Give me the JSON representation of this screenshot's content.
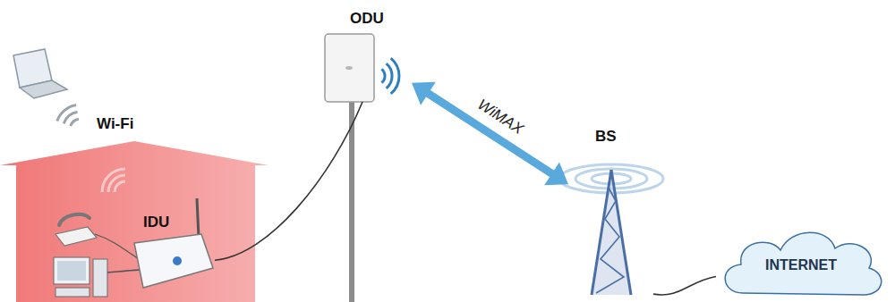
{
  "diagram": {
    "nodes": [
      {
        "text": [
          "ODU"
        ]
      },
      {
        "text": [
          "IDU"
        ]
      },
      {
        "text": [
          "BS"
        ]
      },
      {
        "text": [
          "INTERNET"
        ]
      }
    ],
    "edges": [
      {
        "from": 1,
        "to": 0,
        "arrow": "none"
      },
      {
        "from": 0,
        "to": 2,
        "label": "WiMAX",
        "arrow": "both"
      },
      {
        "from": 2,
        "to": 3,
        "arrow": "none"
      }
    ],
    "labels": [
      "Wi-Fi"
    ]
  }
}
